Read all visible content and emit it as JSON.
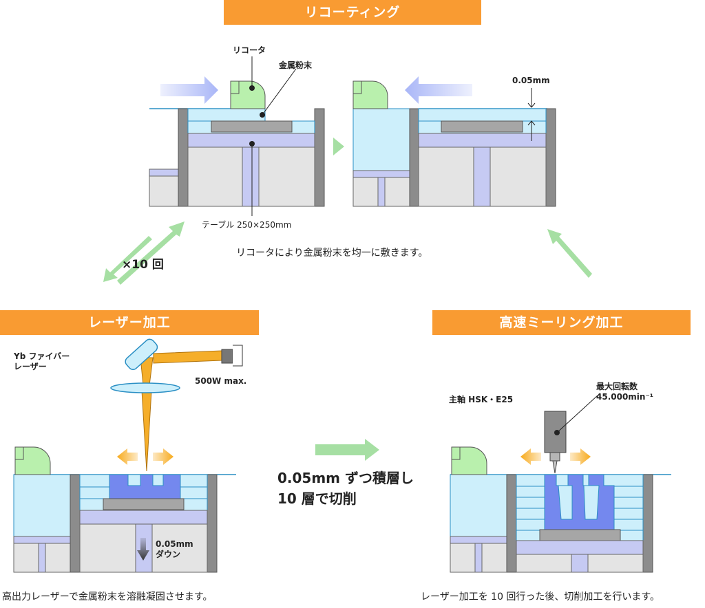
{
  "steps": {
    "recoating": {
      "title": "リコーティング",
      "caption": "リコータにより金属粉末を均一に敷きます。"
    },
    "laser": {
      "title": "レーザー加工",
      "caption": "高出力レーザーで金属粉末を溶融凝固させます。"
    },
    "milling": {
      "title": "高速ミーリング加工",
      "caption": "レーザー加工を 10 回行った後、切削加工を行います。"
    }
  },
  "labels": {
    "recoater": "リコータ",
    "metal_powder": "金属粉末",
    "layer_thickness": "0.05mm",
    "table": "テーブル 250×250mm",
    "repeat": "×10 回",
    "laser_source_line1": "Yb ファイバー",
    "laser_source_line2": "レーザー",
    "laser_power": "500W max.",
    "down_amount": "0.05mm",
    "down_word": "ダウン",
    "spindle": "主軸 HSK・E25",
    "max_speed_title": "最大回転数",
    "max_speed_value": "45.000min⁻¹",
    "layering_line1": "0.05mm ずつ積層し",
    "layering_line2": "10 層で切削"
  },
  "colors": {
    "banner": "#f99b32",
    "powder": "#cdeffb",
    "powder_stroke": "#2a8fc4",
    "table": "#c6caf3",
    "sintered": "#7488ee",
    "wall": "#8c8c8c",
    "plate": "#a6a6a6",
    "machine_body": "#e4e4e4",
    "recoater": "#b9f0ad",
    "arrow_blue": "#a9b6f7",
    "arrow_green": "#a6dfa3",
    "laser_beam": "#f5ae2a",
    "move_arrow": "#f7aa1c"
  }
}
